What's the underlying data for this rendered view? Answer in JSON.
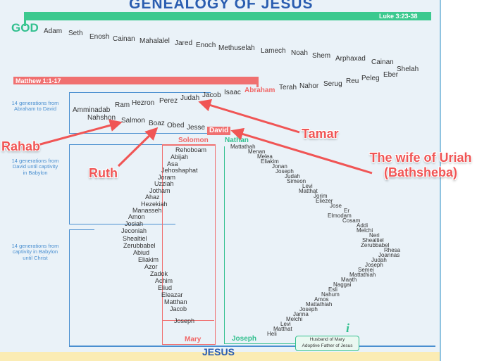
{
  "title": "GENEALOGY OF JESUS",
  "god": "GOD",
  "luke_ref": "Luke 3:23-38",
  "matthew_ref": "Matthew 1:1-17",
  "luke_names": [
    "Adam",
    "Seth",
    "Enosh",
    "Cainan",
    "Mahalalel",
    "Jared",
    "Enoch",
    "Methuselah",
    "Lamech",
    "Noah",
    "Shem",
    "Arphaxad",
    "Cainan",
    "Shelah",
    "Eber",
    "Peleg",
    "Reu",
    "Serug",
    "Nahor",
    "Terah"
  ],
  "abraham": "Abraham",
  "abraham_to_david": [
    "Isaac",
    "Jacob",
    "Judah",
    "Perez",
    "Hezron",
    "Ram",
    "Amminadab",
    "Nahshon",
    "Salmon",
    "Boaz",
    "Obed",
    "Jesse"
  ],
  "david": "David",
  "solomon": "Solomon",
  "nathan": "Nathan",
  "solomon_line": [
    "Rehoboam",
    "Abijah",
    "Asa",
    "Jehoshaphat",
    "Joram",
    "Uzziah",
    "Jotham",
    "Ahaz",
    "Hezekiah",
    "Manasseh",
    "Amon",
    "Josiah",
    "Jeconiah",
    "Shealtiel",
    "Zerubbabel",
    "Abiud",
    "Eliakim",
    "Azor",
    "Zadok",
    "Achim",
    "Eliud",
    "Eleazar",
    "Matthan",
    "Jacob",
    "Joseph"
  ],
  "mary": "Mary",
  "nathan_line": [
    "Mattathah",
    "Menan",
    "Melea",
    "Eliakim",
    "Jonan",
    "Joseph",
    "Judah",
    "Simeon",
    "Levi",
    "Matthat",
    "Jorim",
    "Eliezer",
    "Jose",
    "Er",
    "Elmodam",
    "Cosam",
    "Addi",
    "Melchi",
    "Neri",
    "Shealtiel",
    "Zerubbabel",
    "Rhesa",
    "Joannas",
    "Judah",
    "Joseph",
    "Semei",
    "Mattathiah",
    "Maath",
    "Naggai",
    "Esli",
    "Nahum",
    "Amos",
    "Mattathiah",
    "Joseph",
    "Janna",
    "Melchi",
    "Levi",
    "Matthat",
    "Heli"
  ],
  "joseph_green": "Joseph",
  "jesus": "JESUS",
  "info_icon": "i",
  "info_box": [
    "Husband of Mary",
    "Adoptive Father of Jesus"
  ],
  "side_notes": [
    "14 generations from Abraham to David",
    "14 generations from David until captivity in Babylon",
    "14 generations from captivity in Babylon until Christ"
  ],
  "annotations": {
    "rahab": "Rahab",
    "ruth": "Ruth",
    "tamar": "Tamar",
    "bathsheba": "The wife of Uriah (Bathsheba)"
  },
  "colors": {
    "luke": "#33c08f",
    "matthew": "#f06868",
    "blue": "#4a8fd0",
    "annotation": "#f05555"
  }
}
